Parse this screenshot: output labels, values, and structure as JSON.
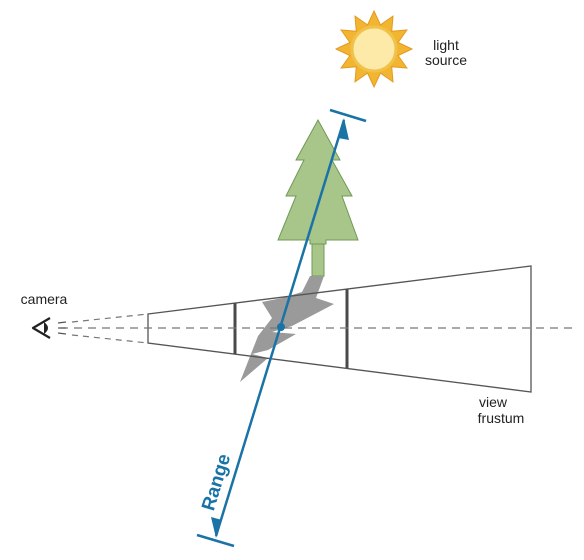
{
  "labels": {
    "light_line1": "light",
    "light_line2": "source",
    "camera": "camera",
    "view_line1": "view",
    "view_line2": "frustum",
    "range": "Range"
  },
  "colors": {
    "range_axis": "#1a73a6",
    "tree_fill": "#a8c58a",
    "tree_stroke": "#6f9a57",
    "shadow": "#9a9a9a",
    "frustum": "#555555",
    "split": "#4a4a4a",
    "sun_rays": "#f2b531",
    "sun_core": "#fde9a8",
    "sun_ring": "#f0c24a"
  },
  "icons": [
    "sun-icon",
    "tree-icon",
    "eye-icon"
  ]
}
